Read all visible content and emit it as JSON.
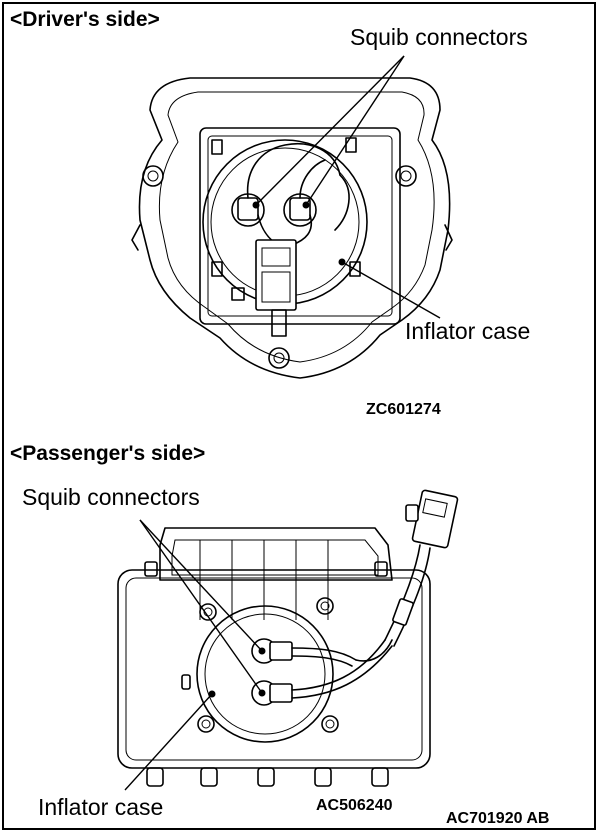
{
  "driver": {
    "heading": "<Driver's side>",
    "squib_label": "Squib connectors",
    "inflator_label": "Inflator case",
    "code": "ZC601274"
  },
  "passenger": {
    "heading": "<Passenger's side>",
    "squib_label": "Squib connectors",
    "inflator_label": "Inflator case",
    "code": "AC506240"
  },
  "figure_code": "AC701920 AB"
}
